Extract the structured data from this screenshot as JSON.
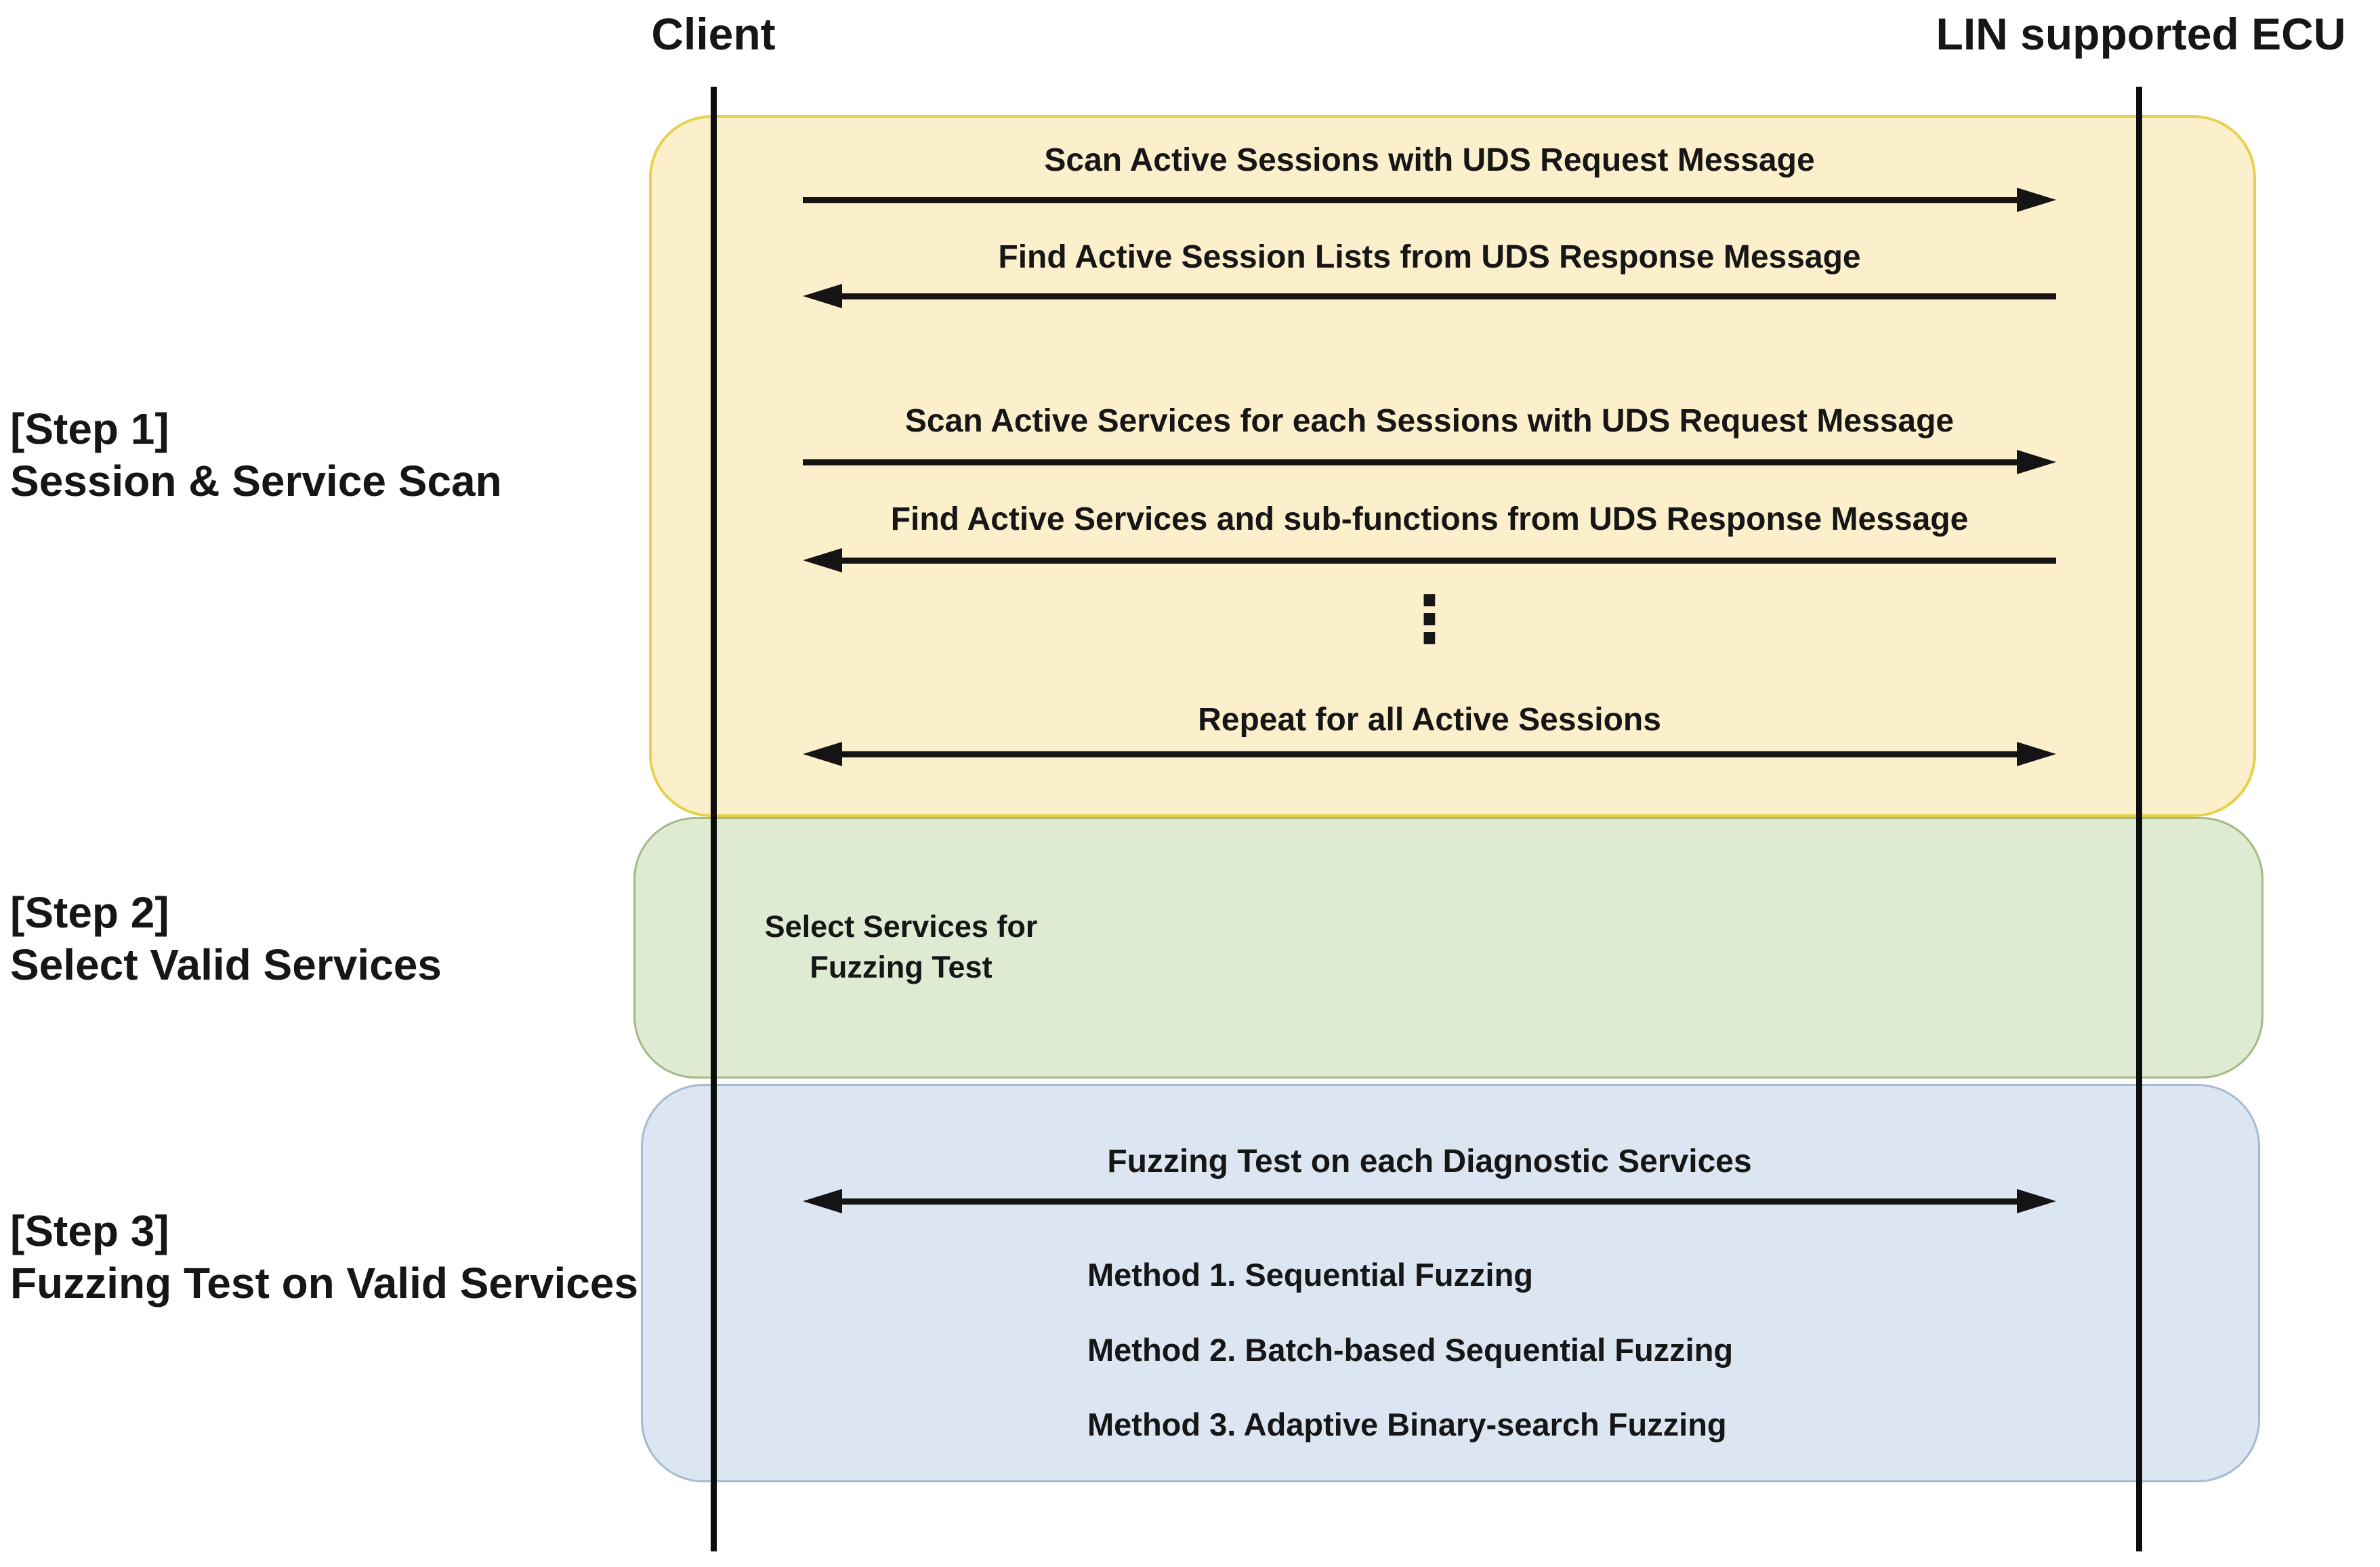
{
  "actors": {
    "client": "Client",
    "ecu": "LIN supported ECU"
  },
  "steps": [
    {
      "line1": "[Step 1]",
      "line2": "Session & Service Scan"
    },
    {
      "line1": "[Step 2]",
      "line2": "Select Valid Services"
    },
    {
      "line1": "[Step 3]",
      "line2": "Fuzzing Test on Valid Services"
    }
  ],
  "step1": {
    "messages": [
      {
        "text": "Scan Active Sessions with UDS Request Message",
        "direction": "right"
      },
      {
        "text": "Find Active Session Lists from UDS Response Message",
        "direction": "left"
      },
      {
        "text": "Scan Active Services for each Sessions with UDS Request Message",
        "direction": "right"
      },
      {
        "text": "Find Active Services and sub-functions from UDS Response Message",
        "direction": "left"
      }
    ],
    "ellipsis": "⋮",
    "repeat": {
      "text": "Repeat for all Active Sessions",
      "direction": "both"
    }
  },
  "step2": {
    "note_line1": "Select Services for",
    "note_line2": "Fuzzing Test"
  },
  "step3": {
    "header": {
      "text": "Fuzzing Test on each Diagnostic Services",
      "direction": "both"
    },
    "methods": [
      "Method 1. Sequential Fuzzing",
      "Method 2. Batch-based Sequential Fuzzing",
      "Method 3. Adaptive Binary-search Fuzzing"
    ]
  },
  "colors": {
    "step1_fill": "#FCEFCB",
    "step1_border": "#E6D14C",
    "step2_fill": "#DFEAD3",
    "step2_border": "#A3BA84",
    "step3_fill": "#DCE6F3",
    "step3_border": "#A4BAD0",
    "line": "#141414"
  }
}
